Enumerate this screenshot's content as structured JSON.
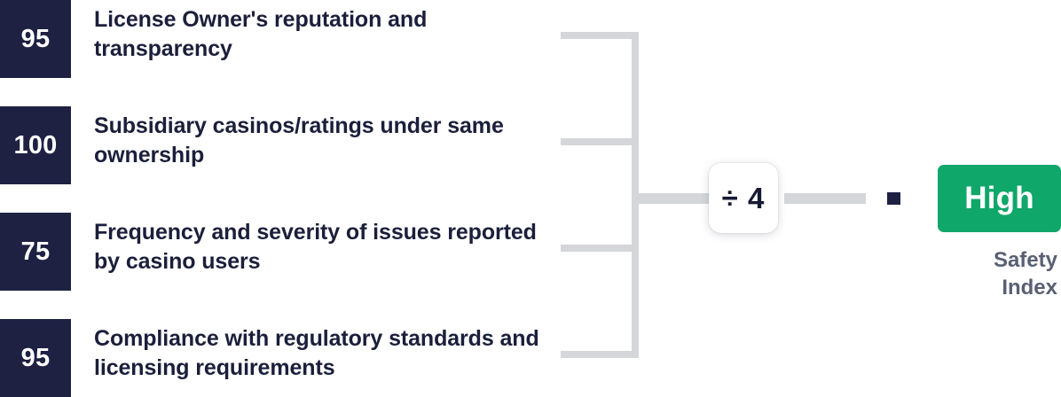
{
  "formula": {
    "criteria": [
      {
        "score": "95",
        "label": "License Owner's reputation and transparency"
      },
      {
        "score": "100",
        "label": "Subsidiary casinos/ratings under same ownership"
      },
      {
        "score": "75",
        "label": "Frequency and severity of issues reported by casino users"
      },
      {
        "score": "95",
        "label": "Compliance with regulatory standards and licensing requirements"
      }
    ],
    "operator": "÷ 4",
    "equals": "=",
    "result": {
      "value": "High",
      "caption": "Safety Index"
    }
  },
  "colors": {
    "badge_navy": "#1e2142",
    "text_navy": "#1b1f3b",
    "bracket_gray": "#d4d6d9",
    "result_green": "#10a76a",
    "caption_gray": "#5a6074"
  }
}
